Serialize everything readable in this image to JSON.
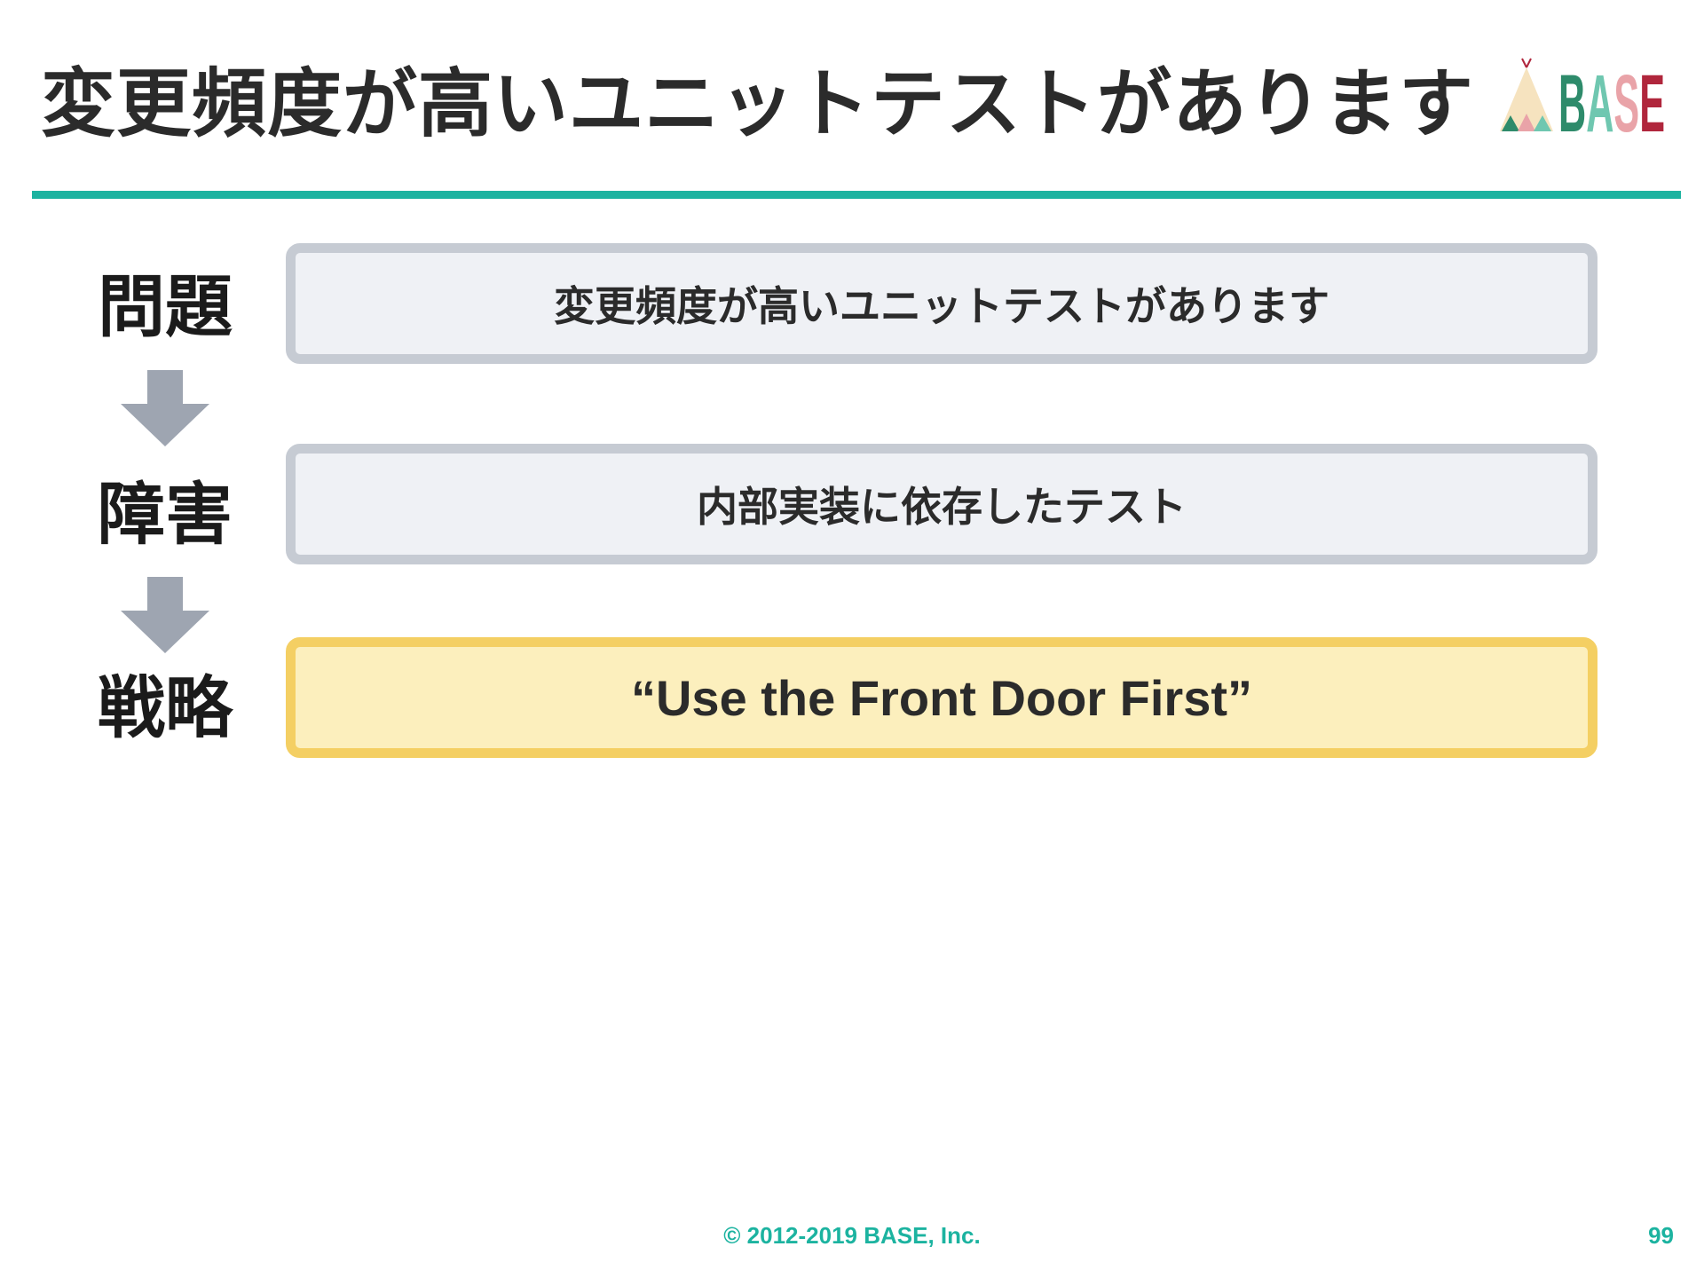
{
  "slide": {
    "title": "変更頻度が高いユニットテストがあります"
  },
  "logo": {
    "text": "BASE",
    "colors": [
      "#2e8b6b",
      "#6fc7b0",
      "#e9a3a8",
      "#b0263c",
      "#f6e3bf"
    ]
  },
  "steps": [
    {
      "label": "問題",
      "text": "変更頻度が高いユニットテストがあります",
      "style": "gray"
    },
    {
      "label": "障害",
      "text": "内部実装に依存したテスト",
      "style": "gray"
    },
    {
      "label": "戦略",
      "text": "“Use the Front Door First”",
      "style": "yellow"
    }
  ],
  "arrows": [
    "down-arrow-icon",
    "down-arrow-icon"
  ],
  "footer": {
    "copyright": "© 2012-2019 BASE, Inc.",
    "page_number": "99"
  },
  "colors": {
    "accent": "#1cb3a0",
    "box_gray_bg": "#eff1f5",
    "box_gray_border": "#c6cbd3",
    "box_yellow_bg": "#fcefbd",
    "box_yellow_border": "#f4cf63",
    "arrow": "#9ea5b1"
  }
}
